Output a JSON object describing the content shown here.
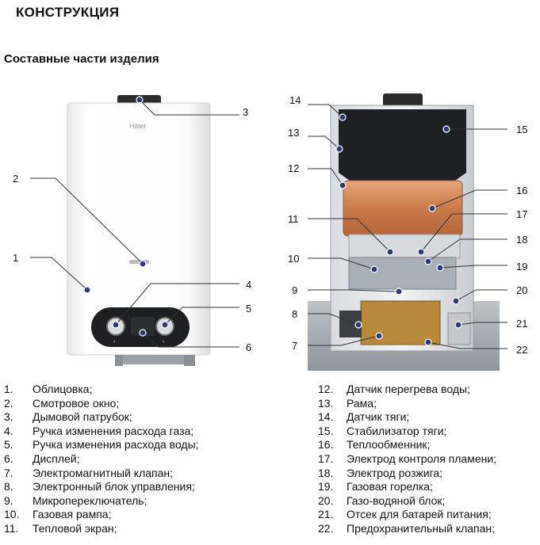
{
  "page": {
    "title": "КОНСТРУКЦИЯ",
    "subtitle": "Составные части изделия"
  },
  "front_view": {
    "brand": "Haier",
    "callouts": [
      "1",
      "2",
      "3",
      "4",
      "5",
      "6"
    ]
  },
  "inner_view": {
    "callouts": [
      "7",
      "8",
      "9",
      "10",
      "11",
      "12",
      "13",
      "14",
      "15",
      "16",
      "17",
      "18",
      "19",
      "20",
      "21",
      "22"
    ]
  },
  "legend_left": [
    {
      "num": "1.",
      "text": "Облицовка;"
    },
    {
      "num": "2.",
      "text": "Смотровое окно;"
    },
    {
      "num": "3.",
      "text": "Дымовой патрубок;"
    },
    {
      "num": "4.",
      "text": "Ручка изменения расхода газа;"
    },
    {
      "num": "5.",
      "text": "Ручка изменения расхода воды;"
    },
    {
      "num": "6.",
      "text": "Дисплей;"
    },
    {
      "num": "7.",
      "text": "Электромагнитный клапан;"
    },
    {
      "num": "8.",
      "text": "Электронный блок управления;"
    },
    {
      "num": "9.",
      "text": "Микропереключатель;"
    },
    {
      "num": "10.",
      "text": "Газовая рампа;"
    },
    {
      "num": "11.",
      "text": "Тепловой экран;"
    }
  ],
  "legend_right": [
    {
      "num": "12.",
      "text": "Датчик перегрева воды;"
    },
    {
      "num": "13.",
      "text": "Рама;"
    },
    {
      "num": "14.",
      "text": "Датчик тяги;"
    },
    {
      "num": "15.",
      "text": "Стабилизатор тяги;"
    },
    {
      "num": "16.",
      "text": "Теплообменник;"
    },
    {
      "num": "17.",
      "text": "Электрод контроля пламени;"
    },
    {
      "num": "18.",
      "text": "Электрод розжига;"
    },
    {
      "num": "19.",
      "text": "Газовая горелка;"
    },
    {
      "num": "20.",
      "text": "Газо-водяной блок;"
    },
    {
      "num": "21.",
      "text": "Отсек для батарей питания;"
    },
    {
      "num": "22.",
      "text": "Предохранительный клапан;"
    }
  ]
}
